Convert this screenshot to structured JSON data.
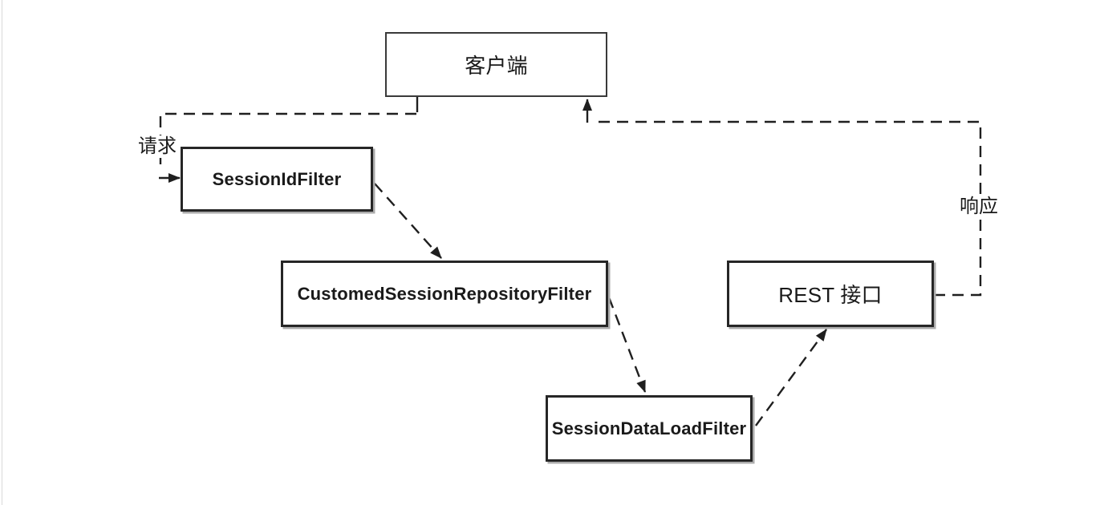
{
  "diagram": {
    "nodes": [
      {
        "id": "client",
        "label": "客户端"
      },
      {
        "id": "session-id-filter",
        "label": "SessionIdFilter"
      },
      {
        "id": "customed-session-repository-filter",
        "label": "CustomedSessionRepositoryFilter"
      },
      {
        "id": "session-data-load-filter",
        "label": "SessionDataLoadFilter"
      },
      {
        "id": "rest-api",
        "label": "REST 接口"
      }
    ],
    "edges": [
      {
        "from": "client",
        "to": "session-id-filter",
        "label": "请求",
        "style": "dashed-arrow"
      },
      {
        "from": "session-id-filter",
        "to": "customed-session-repository-filter",
        "label": "",
        "style": "dashed-arrow"
      },
      {
        "from": "customed-session-repository-filter",
        "to": "session-data-load-filter",
        "label": "",
        "style": "dashed-arrow"
      },
      {
        "from": "session-data-load-filter",
        "to": "rest-api",
        "label": "",
        "style": "dashed-arrow"
      },
      {
        "from": "rest-api",
        "to": "client",
        "label": "响应",
        "style": "dashed-arrow"
      }
    ],
    "colors": {
      "line": "#1f1f1f",
      "box_border": "#262626",
      "text": "#1a1a1a",
      "background": "#ffffff"
    }
  }
}
